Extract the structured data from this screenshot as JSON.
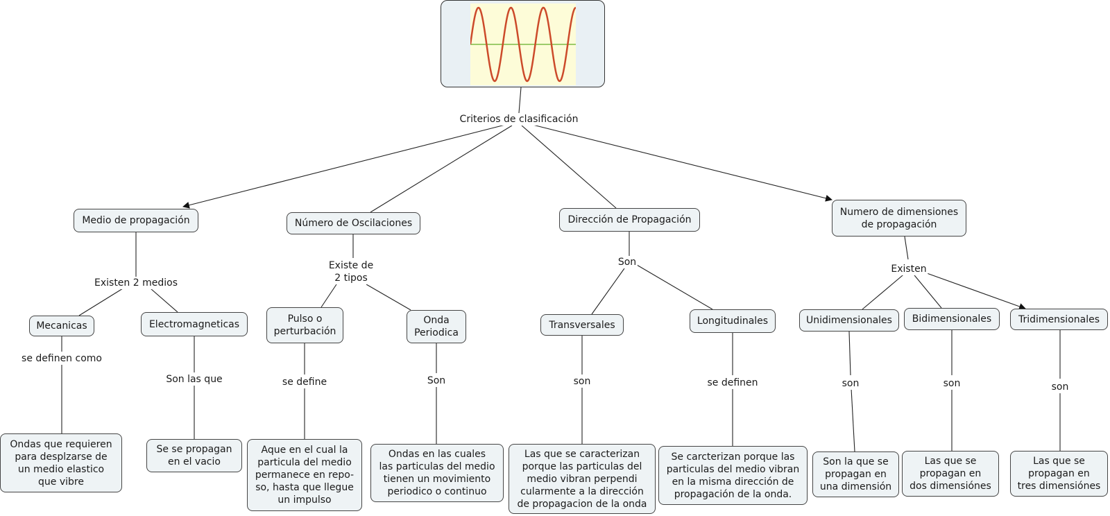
{
  "root": {
    "icon": "sine-wave-image",
    "colors": {
      "wave": "#cc4a2a",
      "axis": "#9ccc6a",
      "background": "#fdfcd8"
    }
  },
  "center_label": "Criterios de clasificación",
  "categories": {
    "medio": "Medio de propagación",
    "oscilaciones": "Número de Oscilaciones",
    "direccion": "Dirección de Propagación",
    "dimensiones": "Numero de dimensiones\nde propagación"
  },
  "links": {
    "existen_2_medios": "Existen 2 medios",
    "existe_2_tipos": "Existe de\n2 tipos",
    "son_dir": "Son",
    "existen_dim": "Existen",
    "se_definen_como": "se definen como",
    "son_las_que": "Son las que",
    "se_define": "se define",
    "son_onda": "Son",
    "son_trans": "son",
    "se_definen": "se definen",
    "son_uni": "son",
    "son_bi": "son",
    "son_tri": "son"
  },
  "types": {
    "mecanicas": "Mecanicas",
    "electromagneticas": "Electromagneticas",
    "pulso": "Pulso o\nperturbación",
    "onda_periodica": "Onda\nPeriodica",
    "transversales": "Transversales",
    "longitudinales": "Longitudinales",
    "unidimensionales": "Unidimensionales",
    "bidimensionales": "Bidimensionales",
    "tridimensionales": "Tridimensionales"
  },
  "definitions": {
    "mecanicas": "Ondas que requieren\npara desplzarse de\nun medio elastico\nque vibre",
    "electromagneticas": "Se se propagan\nen el vacio",
    "pulso": "Aque en el cual la\nparticula del medio\npermanece en repo-\nso, hasta que llegue\nun impulso",
    "onda_periodica": "Ondas en las cuales\nlas particulas del medio\ntienen un movimiento\nperiodico o continuo",
    "transversales": "Las que se caracterizan\nporque las particulas del\nmedio vibran perpendi\ncularmente a la dirección\nde propagacion de la onda",
    "longitudinales": "Se carcterizan porque las\nparticulas del medio vibran\nen la misma dirección de\npropagación de la onda.",
    "unidimensionales": "Son la que se\npropagan en\nuna dimensión",
    "bidimensionales": "Las que se\npropagan en\ndos dimensiónes",
    "tridimensionales": "Las que se\npropagan en\ntres dimensiónes"
  }
}
